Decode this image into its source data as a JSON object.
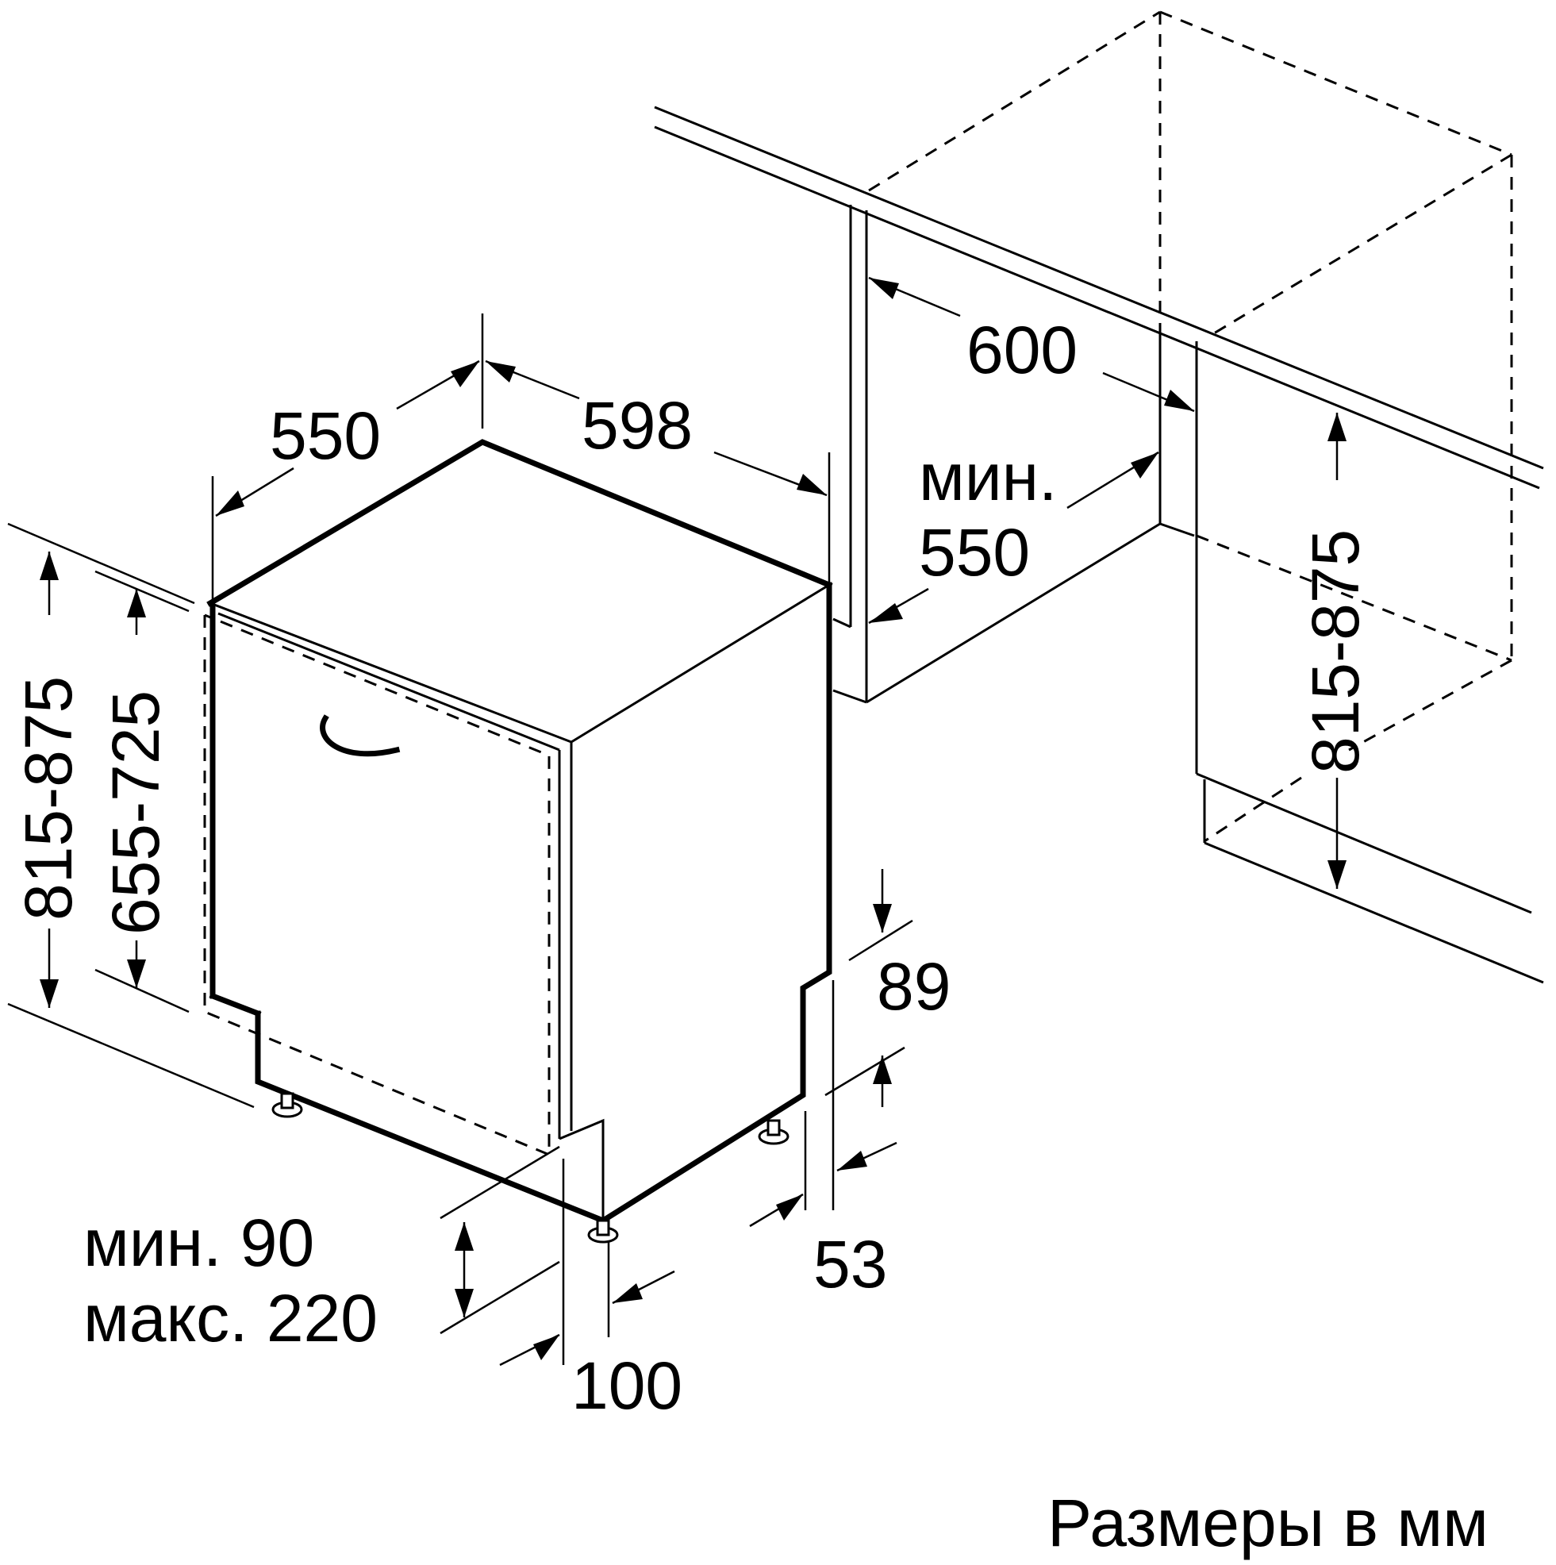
{
  "colors": {
    "line": "#000000",
    "background": "#ffffff"
  },
  "dimensions": {
    "depth": "550",
    "width": "598",
    "niche_width": "600",
    "niche_depth_min_label": "мин.",
    "niche_depth_min_value": "550",
    "niche_height": "815-875",
    "door_height": "655-725",
    "appliance_height": "815-875",
    "plinth_height": "89",
    "plinth_setback": "53",
    "toe_kick_min": "мин. 90",
    "toe_kick_max": "макс. 220",
    "toe_kick_depth": "100"
  },
  "footer": {
    "units_note": "Размеры в мм"
  }
}
